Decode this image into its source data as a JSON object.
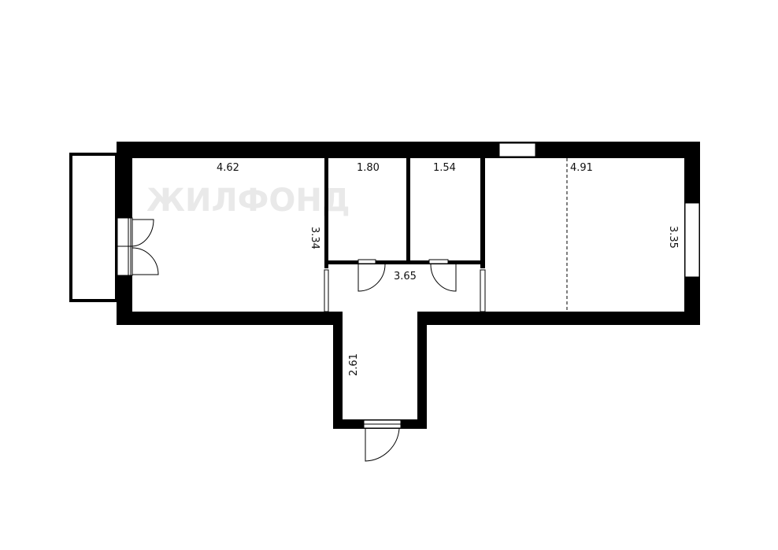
{
  "plan": {
    "watermark": "ЖИЛФОНД",
    "wall_color": "#000000",
    "dimensions": {
      "room_left_width": "4.62",
      "room_left_height": "3.34",
      "bath_1_width": "1.80",
      "bath_2_width": "1.54",
      "room_right_width": "4.91",
      "room_right_height": "3.35",
      "hall_width": "3.65",
      "entry_length": "2.61"
    }
  }
}
